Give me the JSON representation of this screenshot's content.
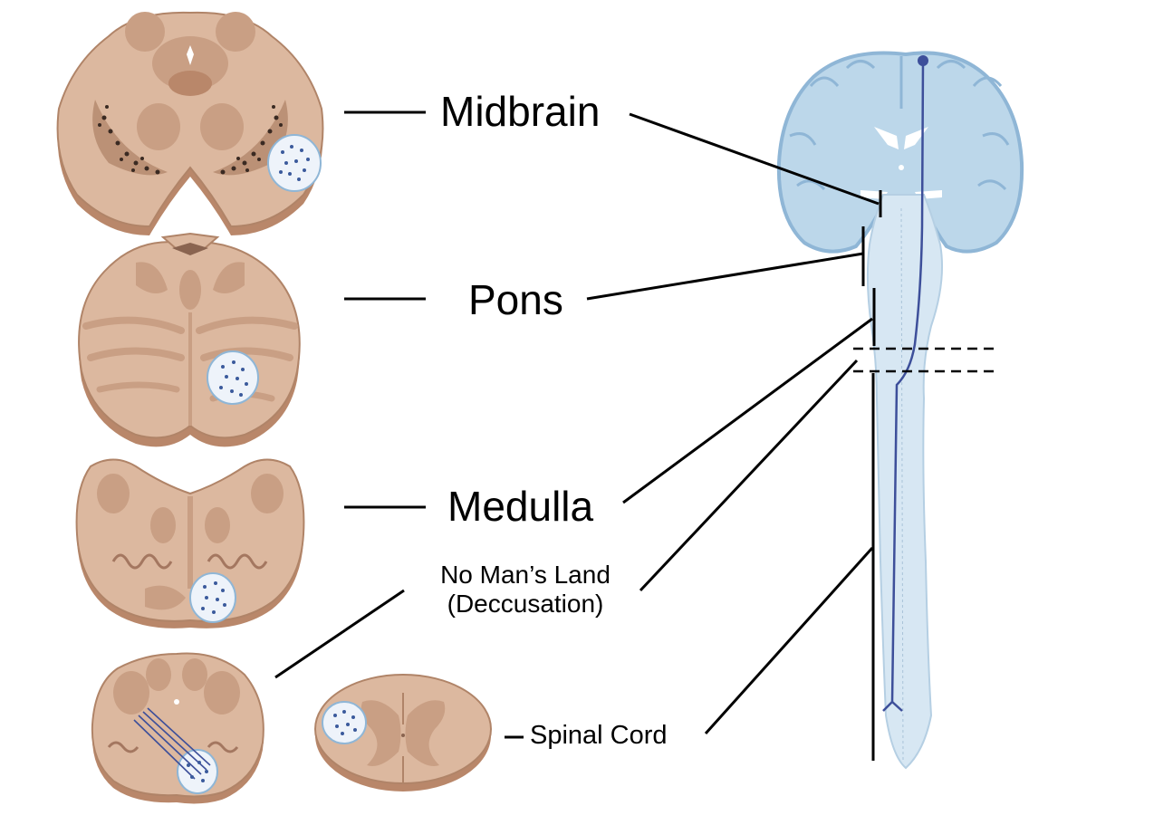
{
  "labels": {
    "midbrain": "Midbrain",
    "pons": "Pons",
    "medulla": "Medulla",
    "no_mans_land_line1": "No Man’s Land",
    "no_mans_land_line2": "(Deccusation)",
    "spinal_cord": "Spinal Cord"
  },
  "colors": {
    "tissue": "#dcb89f",
    "tissue_edge": "#b08468",
    "tissue_dark": "#c99f84",
    "tissue_shadow": "#b9876a",
    "tract_fill": "#eef3fa",
    "tract_dot": "#3b5a9c",
    "brain_fill": "#bcd7ea",
    "brain_edge": "#8fb6d6",
    "stem_fill": "#d7e7f3",
    "pathway": "#3d4f9a",
    "line": "#000000"
  }
}
